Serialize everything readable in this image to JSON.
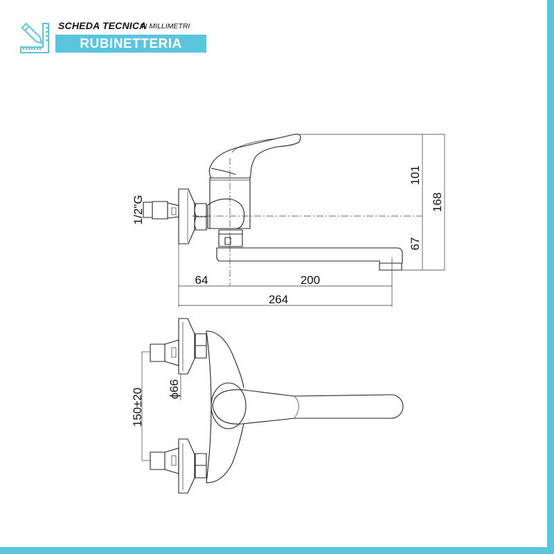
{
  "header": {
    "title": "SCHEDA TECNICA",
    "subtitle": "IN MILLIMETRI",
    "category": "RUBINETTERIA",
    "logo_icon": "pencil-ruler-icon"
  },
  "colors": {
    "accent": "#5bc5de",
    "line": "#222222"
  },
  "side_view": {
    "thread_label": "1/2\"G",
    "dim_height_upper": "101",
    "dim_height_total": "168",
    "dim_height_lower": "67",
    "dim_wall_to_axis": "64",
    "dim_spout_reach": "200",
    "dim_total_length": "264"
  },
  "front_view": {
    "dim_centers": "150±20",
    "dim_plate_diameter": "ϕ66"
  }
}
